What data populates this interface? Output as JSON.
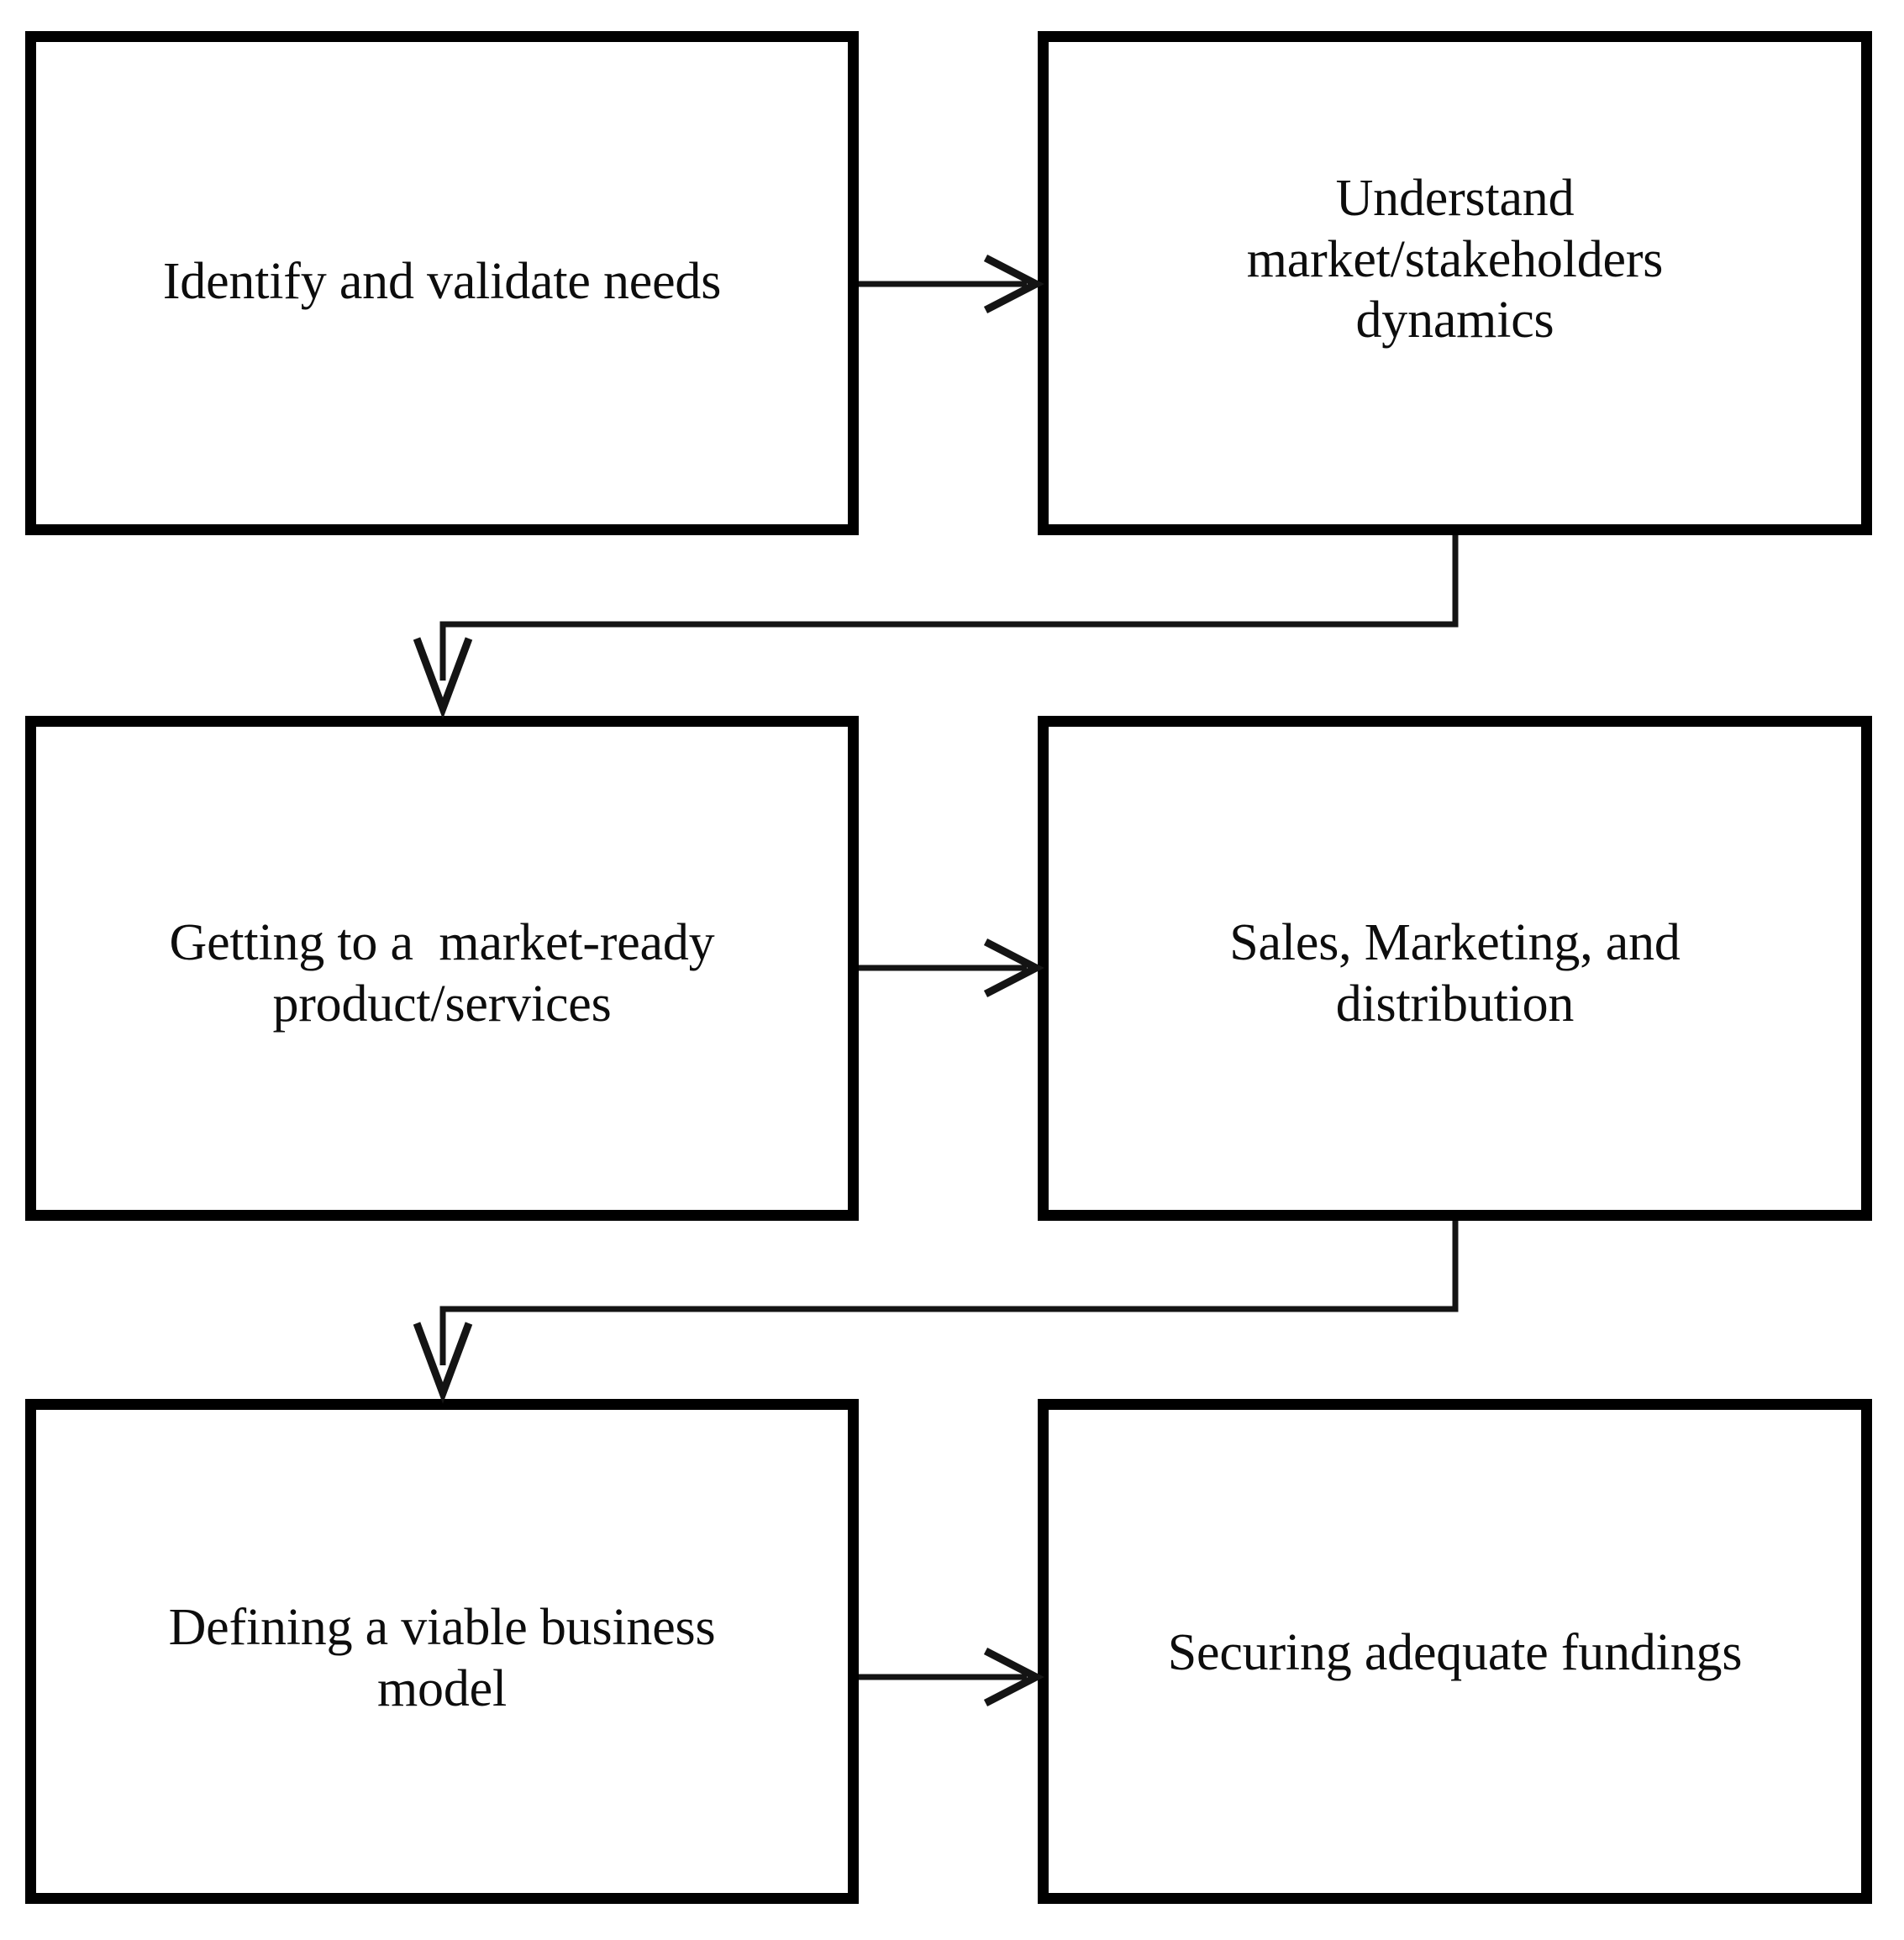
{
  "diagram": {
    "title": "Entrepreneurship process flowchart",
    "background_color": "#ffffff",
    "line_color": "#141414",
    "box_border_color": "#000000",
    "text_color": "#0d0d0d",
    "nodes": [
      {
        "id": "identify-needs",
        "label": "Identify and validate needs",
        "row": 1,
        "column": 1
      },
      {
        "id": "understand-market",
        "label": "Understand\nmarket/stakeholders\ndynamics",
        "row": 1,
        "column": 2
      },
      {
        "id": "market-ready",
        "label": "Getting to a  market-ready\nproduct/services",
        "row": 2,
        "column": 1
      },
      {
        "id": "sales-distribution",
        "label": "Sales, Marketing, and\ndistribution",
        "row": 2,
        "column": 2
      },
      {
        "id": "business-model",
        "label": "Defining a viable business\nmodel",
        "row": 3,
        "column": 1
      },
      {
        "id": "securing-funding",
        "label": "Securing adequate fundings",
        "row": 3,
        "column": 2
      }
    ],
    "edges": [
      {
        "from": "identify-needs",
        "to": "understand-market",
        "kind": "straight-right",
        "arrow": "open-chevron"
      },
      {
        "from": "understand-market",
        "to": "market-ready",
        "kind": "elbow-down-left",
        "arrow": "open-chevron"
      },
      {
        "from": "market-ready",
        "to": "sales-distribution",
        "kind": "straight-right",
        "arrow": "open-chevron"
      },
      {
        "from": "sales-distribution",
        "to": "business-model",
        "kind": "elbow-down-left",
        "arrow": "open-chevron"
      },
      {
        "from": "business-model",
        "to": "securing-funding",
        "kind": "straight-right",
        "arrow": "open-chevron"
      }
    ]
  }
}
